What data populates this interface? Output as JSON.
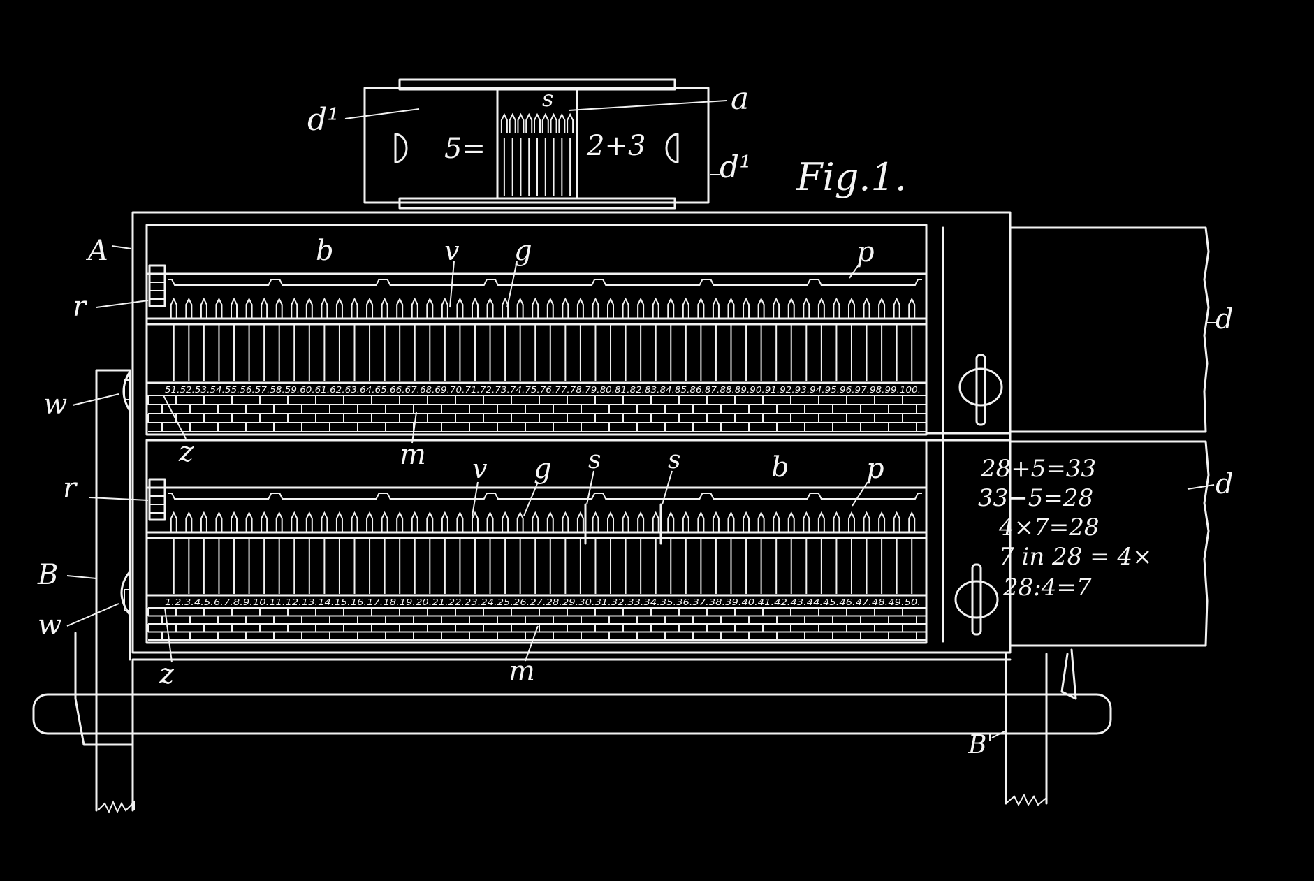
{
  "figure_label": "Fig.1.",
  "display_box": {
    "left_text": "5=",
    "right_text": "2+3",
    "labels": {
      "d1_left": "d¹",
      "d1_right": "d¹",
      "a": "a",
      "s": "s"
    }
  },
  "frame_labels": {
    "A": "A",
    "B": "B",
    "B_prime": "B'",
    "d_upper": "d",
    "d_lower": "d",
    "b_upper": "b",
    "v_upper": "v",
    "g_upper": "g",
    "p_upper": "p",
    "r_upper": "r",
    "w_upper": "w",
    "z_upper": "z",
    "m_upper": "m",
    "r_lower": "r",
    "v_lower": "v",
    "g_lower": "g",
    "s1_lower": "s",
    "s2_lower": "s",
    "b_lower": "b",
    "p_lower": "p",
    "w_lower": "w",
    "z_lower": "z",
    "m_lower": "m"
  },
  "upper_row_numbers": "51.52.53.54.55.56.57.58.59.60.61.62.63.64.65.66.67.68.69.70.71.72.73.74.75.76.77.78.79.80.81.82.83.84.85.86.87.88.89.90.91.92.93.94.95.96.97.98.99.100.",
  "lower_row_numbers": "1.2.3.4.5.6.7.8.9.10.11.12.13.14.15.16.17.18.19.20.21.22.23.24.25.26.27.28.29.30.31.32.33.34.35.36.37.38.39.40.41.42.43.44.45.46.47.48.49.50.",
  "slate_lines": [
    "28+5=33",
    "33−5=28",
    "4×7=28",
    "7 in 28 = 4×",
    "28:4=7"
  ],
  "colors": {
    "background": "#000000",
    "ink": "#f2f2f2"
  }
}
